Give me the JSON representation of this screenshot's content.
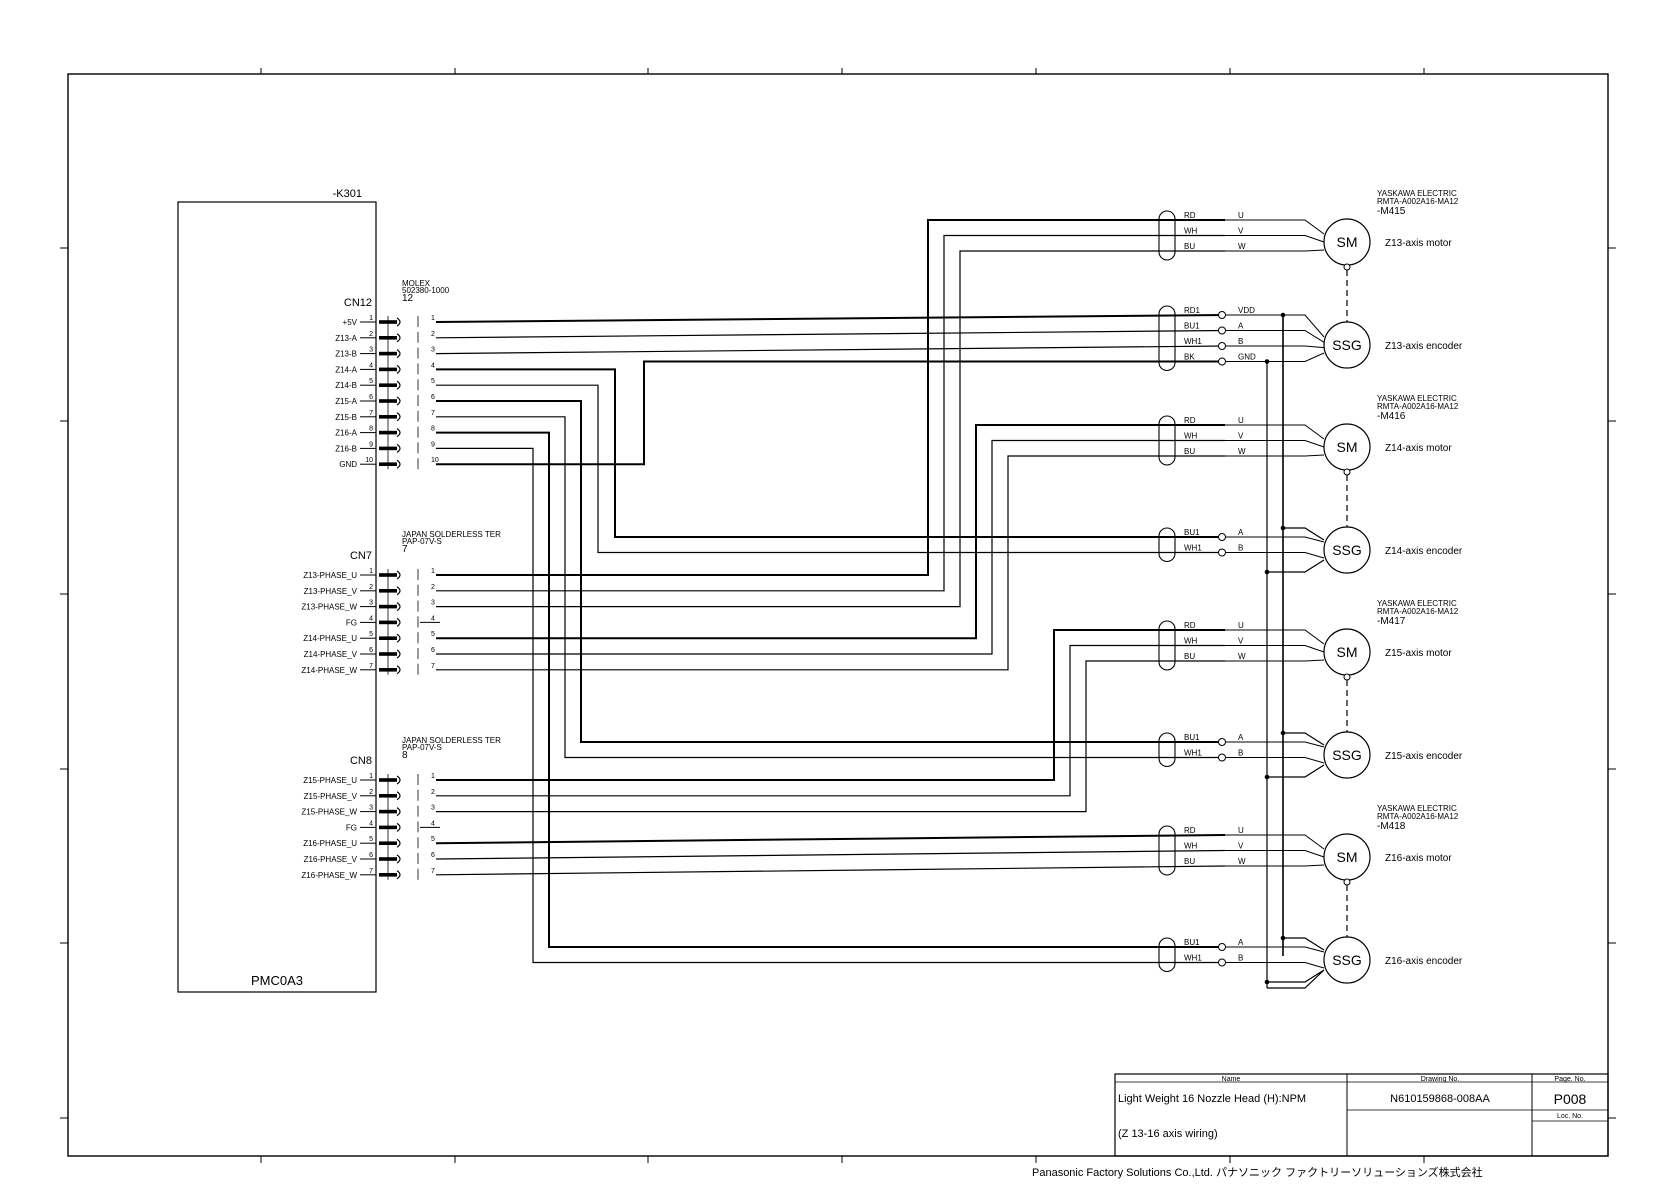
{
  "controller": {
    "ref": "-K301",
    "name": "PMC0A3"
  },
  "connectors": [
    {
      "id": "cn12",
      "name": "CN12",
      "maker": "MOLEX",
      "part": "502380-1000",
      "count": "12",
      "pins": [
        {
          "num": "1",
          "signal": "+5V"
        },
        {
          "num": "2",
          "signal": "Z13-A"
        },
        {
          "num": "3",
          "signal": "Z13-B"
        },
        {
          "num": "4",
          "signal": "Z14-A"
        },
        {
          "num": "5",
          "signal": "Z14-B"
        },
        {
          "num": "6",
          "signal": "Z15-A"
        },
        {
          "num": "7",
          "signal": "Z15-B"
        },
        {
          "num": "8",
          "signal": "Z16-A"
        },
        {
          "num": "9",
          "signal": "Z16-B"
        },
        {
          "num": "10",
          "signal": "GND"
        }
      ]
    },
    {
      "id": "cn7",
      "name": "CN7",
      "maker": "JAPAN SOLDERLESS TER",
      "part": "PAP-07V-S",
      "count": "7",
      "pins": [
        {
          "num": "1",
          "signal": "Z13-PHASE_U"
        },
        {
          "num": "2",
          "signal": "Z13-PHASE_V"
        },
        {
          "num": "3",
          "signal": "Z13-PHASE_W"
        },
        {
          "num": "4",
          "signal": "FG"
        },
        {
          "num": "5",
          "signal": "Z14-PHASE_U"
        },
        {
          "num": "6",
          "signal": "Z14-PHASE_V"
        },
        {
          "num": "7",
          "signal": "Z14-PHASE_W"
        }
      ]
    },
    {
      "id": "cn8",
      "name": "CN8",
      "maker": "JAPAN SOLDERLESS TER",
      "part": "PAP-07V-S",
      "count": "8",
      "pins": [
        {
          "num": "1",
          "signal": "Z15-PHASE_U"
        },
        {
          "num": "2",
          "signal": "Z15-PHASE_V"
        },
        {
          "num": "3",
          "signal": "Z15-PHASE_W"
        },
        {
          "num": "4",
          "signal": "FG"
        },
        {
          "num": "5",
          "signal": "Z16-PHASE_U"
        },
        {
          "num": "6",
          "signal": "Z16-PHASE_V"
        },
        {
          "num": "7",
          "signal": "Z16-PHASE_W"
        }
      ]
    }
  ],
  "devices": [
    {
      "id": "m415",
      "symbol": "SM",
      "label": "Z13-axis motor",
      "maker": "YASKAWA ELECTRIC",
      "model": "RMTA-A002A16-MA12",
      "ref": "-M415",
      "wires": [
        {
          "color": "RD",
          "term": "U"
        },
        {
          "color": "WH",
          "term": "V"
        },
        {
          "color": "BU",
          "term": "W"
        }
      ]
    },
    {
      "id": "e13",
      "symbol": "SSG",
      "label": "Z13-axis encoder",
      "wires": [
        {
          "color": "RD1",
          "term": "VDD"
        },
        {
          "color": "BU1",
          "term": "A"
        },
        {
          "color": "WH1",
          "term": "B"
        },
        {
          "color": "BK",
          "term": "GND"
        }
      ]
    },
    {
      "id": "m416",
      "symbol": "SM",
      "label": "Z14-axis motor",
      "maker": "YASKAWA ELECTRIC",
      "model": "RMTA-A002A16-MA12",
      "ref": "-M416",
      "wires": [
        {
          "color": "RD",
          "term": "U"
        },
        {
          "color": "WH",
          "term": "V"
        },
        {
          "color": "BU",
          "term": "W"
        }
      ]
    },
    {
      "id": "e14",
      "symbol": "SSG",
      "label": "Z14-axis encoder",
      "wires": [
        {
          "color": "BU1",
          "term": "A"
        },
        {
          "color": "WH1",
          "term": "B"
        }
      ]
    },
    {
      "id": "m417",
      "symbol": "SM",
      "label": "Z15-axis motor",
      "maker": "YASKAWA ELECTRIC",
      "model": "RMTA-A002A16-MA12",
      "ref": "-M417",
      "wires": [
        {
          "color": "RD",
          "term": "U"
        },
        {
          "color": "WH",
          "term": "V"
        },
        {
          "color": "BU",
          "term": "W"
        }
      ]
    },
    {
      "id": "e15",
      "symbol": "SSG",
      "label": "Z15-axis encoder",
      "wires": [
        {
          "color": "BU1",
          "term": "A"
        },
        {
          "color": "WH1",
          "term": "B"
        }
      ]
    },
    {
      "id": "m418",
      "symbol": "SM",
      "label": "Z16-axis motor",
      "maker": "YASKAWA ELECTRIC",
      "model": "RMTA-A002A16-MA12",
      "ref": "-M418",
      "wires": [
        {
          "color": "RD",
          "term": "U"
        },
        {
          "color": "WH",
          "term": "V"
        },
        {
          "color": "BU",
          "term": "W"
        }
      ]
    },
    {
      "id": "e16",
      "symbol": "SSG",
      "label": "Z16-axis encoder",
      "wires": [
        {
          "color": "BU1",
          "term": "A"
        },
        {
          "color": "WH1",
          "term": "B"
        }
      ]
    }
  ],
  "title_block": {
    "name_header": "Name",
    "name_line1": "Light Weight 16 Nozzle Head (H):NPM",
    "name_line2": "(Z 13-16 axis wiring)",
    "drawing_header": "Drawing No.",
    "drawing_no": "N610159868-008AA",
    "page_header": "Page. No.",
    "page_no": "P008",
    "loc_header": "Loc. No."
  },
  "company": "Panasonic Factory Solutions Co.,Ltd. パナソニック ファクトリーソリューションズ株式会社"
}
